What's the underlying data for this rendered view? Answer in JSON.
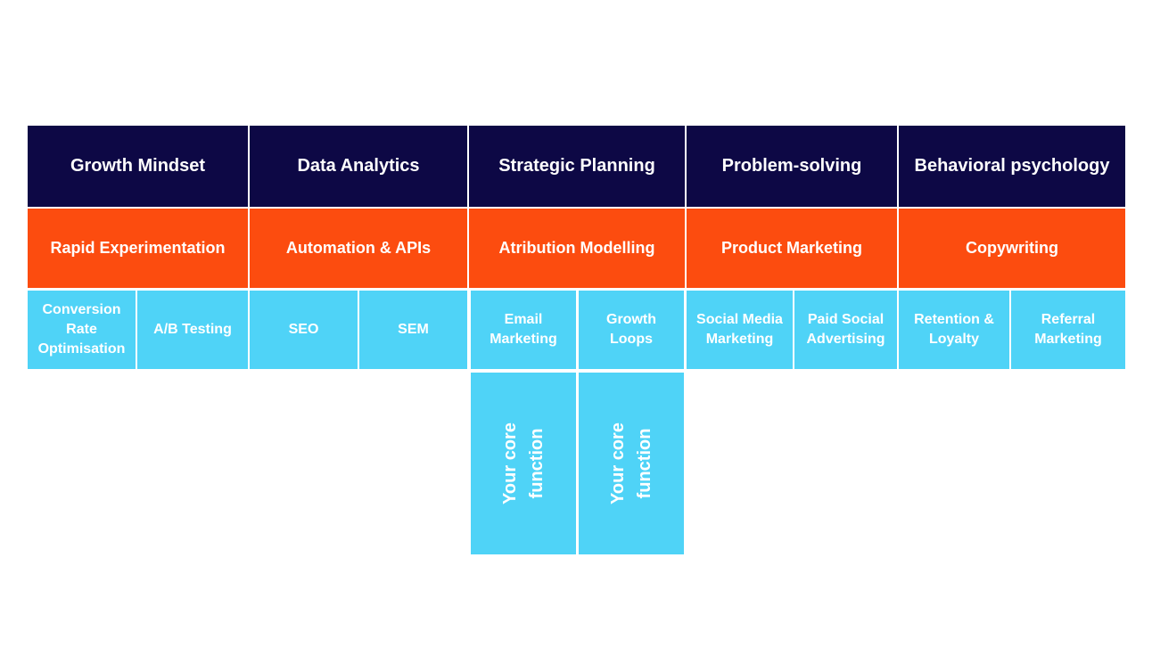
{
  "top_row": [
    {
      "label": "Growth Mindset"
    },
    {
      "label": "Data Analytics"
    },
    {
      "label": "Strategic Planning"
    },
    {
      "label": "Problem-solving"
    },
    {
      "label": "Behavioral psychology"
    }
  ],
  "middle_row": [
    {
      "label": "Rapid Experimentation"
    },
    {
      "label": "Automation & APIs"
    },
    {
      "label": "Atribution Modelling"
    },
    {
      "label": "Product Marketing"
    },
    {
      "label": "Copywriting"
    }
  ],
  "skills_row": [
    {
      "label": "Conversion Rate Optimisation"
    },
    {
      "label": "A/B Testing"
    },
    {
      "label": "SEO"
    },
    {
      "label": "SEM"
    },
    {
      "label": "Email Marketing"
    },
    {
      "label": "Growth Loops"
    },
    {
      "label": "Social Media Marketing"
    },
    {
      "label": "Paid Social Advertising"
    },
    {
      "label": "Retention & Loyalty"
    },
    {
      "label": "Referral Marketing"
    }
  ],
  "core_row": [
    {
      "label": "Your core function"
    },
    {
      "label": "Your core function"
    }
  ],
  "colors": {
    "navy": "#0d0845",
    "orange": "#fc4c0f",
    "cyan": "#4fd3f7"
  }
}
